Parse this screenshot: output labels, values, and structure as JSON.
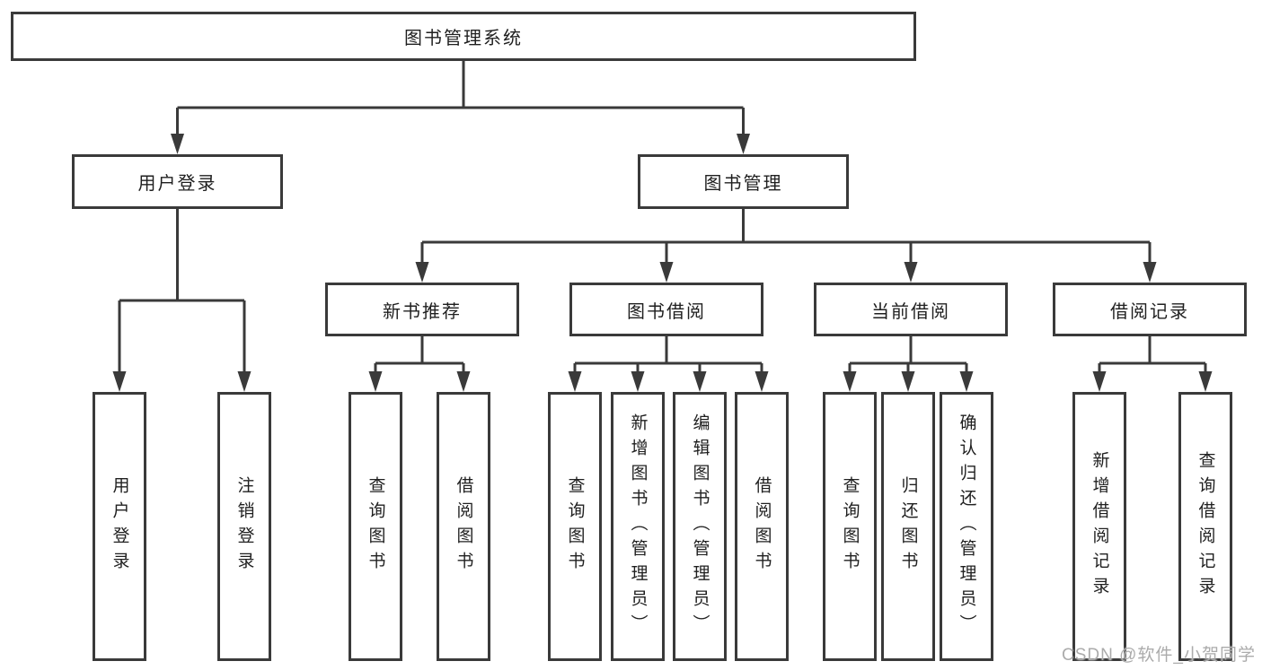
{
  "diagram": {
    "title": "图书管理系统",
    "tree": {
      "root": {
        "label": "图书管理系统"
      },
      "branches": [
        {
          "label": "用户登录",
          "children": [
            {
              "label": "用户登录"
            },
            {
              "label": "注销登录"
            }
          ]
        },
        {
          "label": "图书管理",
          "children": [
            {
              "label": "新书推荐",
              "children": [
                {
                  "label": "查询图书"
                },
                {
                  "label": "借阅图书"
                }
              ]
            },
            {
              "label": "图书借阅",
              "children": [
                {
                  "label": "查询图书"
                },
                {
                  "label": "新增图书（管理员）"
                },
                {
                  "label": "编辑图书（管理员）"
                },
                {
                  "label": "借阅图书"
                }
              ]
            },
            {
              "label": "当前借阅",
              "children": [
                {
                  "label": "查询图书"
                },
                {
                  "label": "归还图书"
                },
                {
                  "label": "确认归还（管理员）"
                }
              ]
            },
            {
              "label": "借阅记录",
              "children": [
                {
                  "label": "新增借阅记录"
                },
                {
                  "label": "查询借阅记录"
                }
              ]
            }
          ]
        }
      ]
    },
    "watermark": "CSDN @软件_小贺同学",
    "colors": {
      "line": "#3a3a3a",
      "text": "#1f1f1f",
      "watermark": "#ababab",
      "background": "#ffffff"
    }
  }
}
